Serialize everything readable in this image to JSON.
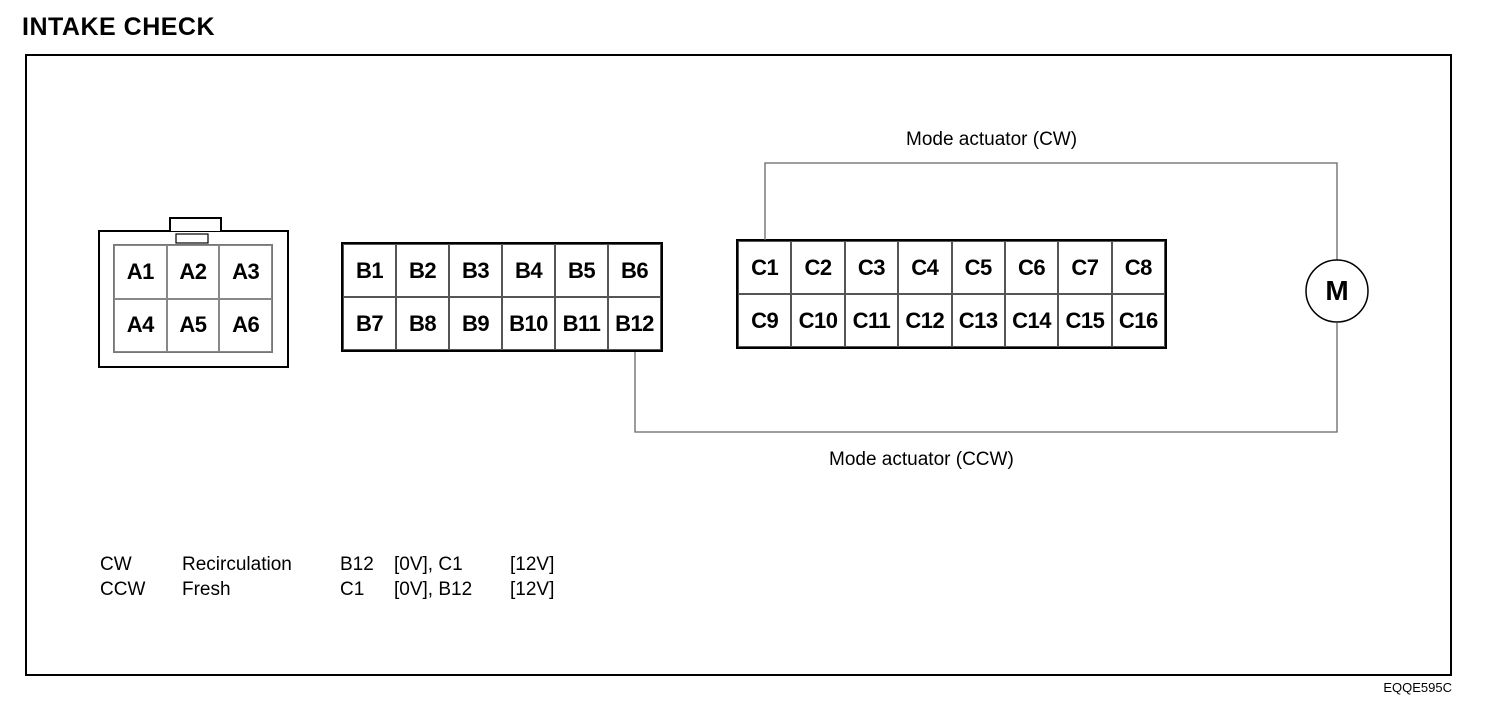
{
  "title": "INTAKE CHECK",
  "connector_a": {
    "pins": [
      "A1",
      "A2",
      "A3",
      "A4",
      "A5",
      "A6"
    ]
  },
  "connector_b": {
    "pins": [
      "B1",
      "B2",
      "B3",
      "B4",
      "B5",
      "B6",
      "B7",
      "B8",
      "B9",
      "B10",
      "B11",
      "B12"
    ]
  },
  "connector_c": {
    "pins": [
      "C1",
      "C2",
      "C3",
      "C4",
      "C5",
      "C6",
      "C7",
      "C8",
      "C9",
      "C10",
      "C11",
      "C12",
      "C13",
      "C14",
      "C15",
      "C16"
    ]
  },
  "motor": {
    "label": "M"
  },
  "wires": {
    "cw_label": "Mode actuator (CW)",
    "ccw_label": "Mode actuator (CCW)"
  },
  "legend": [
    {
      "dir": "CW",
      "mode": "Recirculation",
      "pin1": "B12",
      "v1": "[0V], C1",
      "v2": "[12V]"
    },
    {
      "dir": "CCW",
      "mode": "Fresh",
      "pin1": "C1",
      "v1": "[0V], B12",
      "v2": "[12V]"
    }
  ],
  "figure_code": "EQQE595C"
}
